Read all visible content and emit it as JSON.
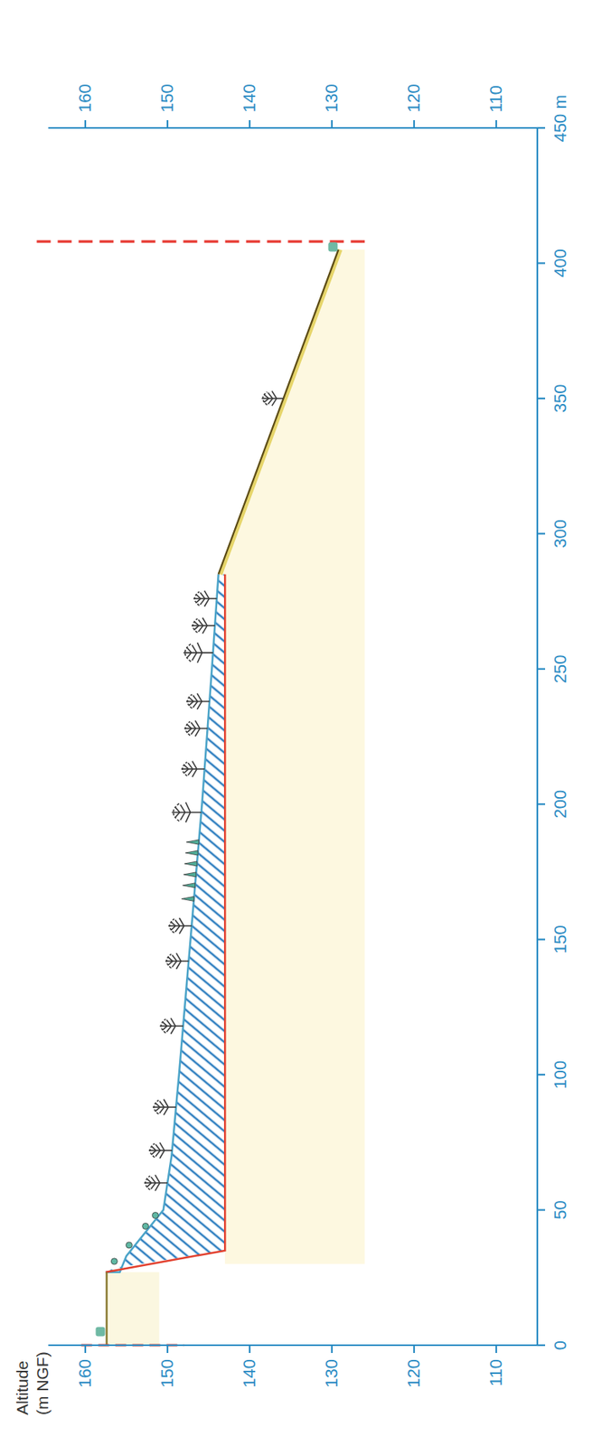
{
  "diagram": {
    "labels": [
      "Altitude",
      "(m NGF)",
      "160",
      "150",
      "140",
      "130",
      "120",
      "110",
      "0",
      "50",
      "100",
      "150",
      "200",
      "250",
      "300",
      "350",
      "400",
      "450 m",
      "160",
      "150",
      "140",
      "130",
      "120",
      "110"
    ]
  }
}
